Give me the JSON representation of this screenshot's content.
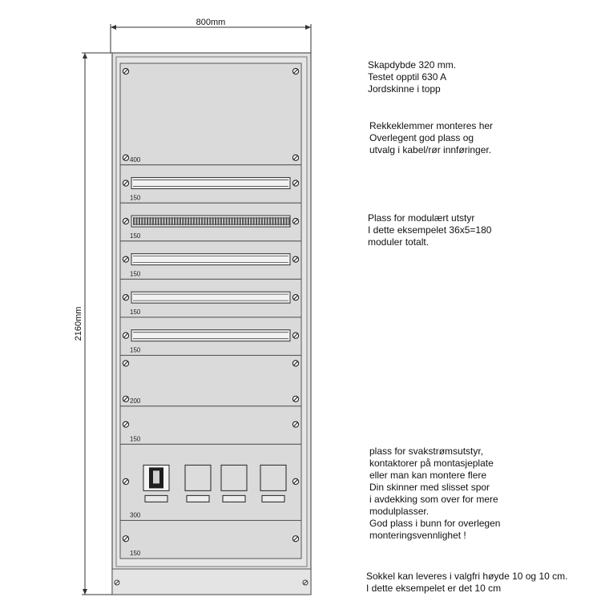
{
  "dimensions": {
    "width_label": "800mm",
    "height_label": "2160mm"
  },
  "panels": [
    {
      "label": "400",
      "type": "blank"
    },
    {
      "label": "150",
      "type": "din-rail"
    },
    {
      "label": "150",
      "type": "terminal-block"
    },
    {
      "label": "150",
      "type": "din-rail"
    },
    {
      "label": "150",
      "type": "din-rail"
    },
    {
      "label": "150",
      "type": "din-rail"
    },
    {
      "label": "200",
      "type": "blank"
    },
    {
      "label": "150",
      "type": "blank"
    },
    {
      "label": "300",
      "type": "devices"
    },
    {
      "label": "150",
      "type": "blank"
    }
  ],
  "notes": {
    "depth": "Skapdybde 320 mm.\nTestet opptil 630 A\nJordskinne i topp",
    "terminals": "Rekkeklemmer monteres her\nOverlegent god plass og\nutvalg i kabel/rør innføringer.",
    "modular": "Plass for modulært utstyr\nI dette eksempelet 36x5=180\nmoduler totalt.",
    "lowvoltage": "plass for svakstrømsutstyr,\nkontaktorer på montasjeplate\neller man kan montere flere\nDin skinner med slisset spor\ni avdekking som over for mere\nmodulplasser.\nGod plass i bunn for overlegen\nmonteringsvennlighet !",
    "plinth": "Sokkel kan leveres i valgfri høyde 10 og 10 cm.\nI dette eksempelet er det 10 cm"
  },
  "colors": {
    "cabinet": "#e2e2e2",
    "panel": "#dadada",
    "line": "#555555",
    "rail": "#f2f2f2"
  }
}
